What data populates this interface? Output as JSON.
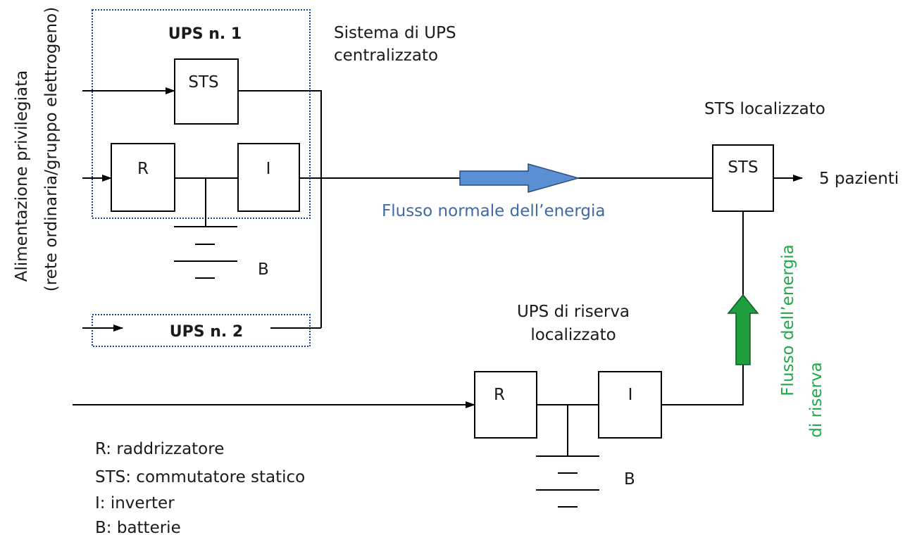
{
  "ups1": {
    "title": "UPS n. 1",
    "sts_label": "STS",
    "r_label": "R",
    "i_label": "I",
    "b_label": "B"
  },
  "ups2": {
    "title": "UPS n. 2"
  },
  "central_system": {
    "line1": "Sistema di UPS",
    "line2": "centralizzato"
  },
  "supply_side": {
    "line1": "Alimentazione privilegiata",
    "line2": "(rete ordinaria/gruppo elettrogeno)"
  },
  "normal_flow": {
    "label": "Flusso normale dell’energia",
    "color": "#5b8fd4"
  },
  "local_sts": {
    "title": "STS localizzato",
    "box_label": "STS"
  },
  "output": {
    "label": "5 pazienti"
  },
  "reserve_ups": {
    "line1": "UPS di riserva",
    "line2": "localizzato",
    "r_label": "R",
    "i_label": "I",
    "b_label": "B"
  },
  "reserve_flow": {
    "line1": "Flusso dell’energia",
    "line2": "di riserva",
    "color": "#1e9e3e"
  },
  "legend": {
    "items": [
      "R: raddrizzatore",
      "STS: commutatore statico",
      "I: inverter",
      "B: batterie"
    ]
  }
}
